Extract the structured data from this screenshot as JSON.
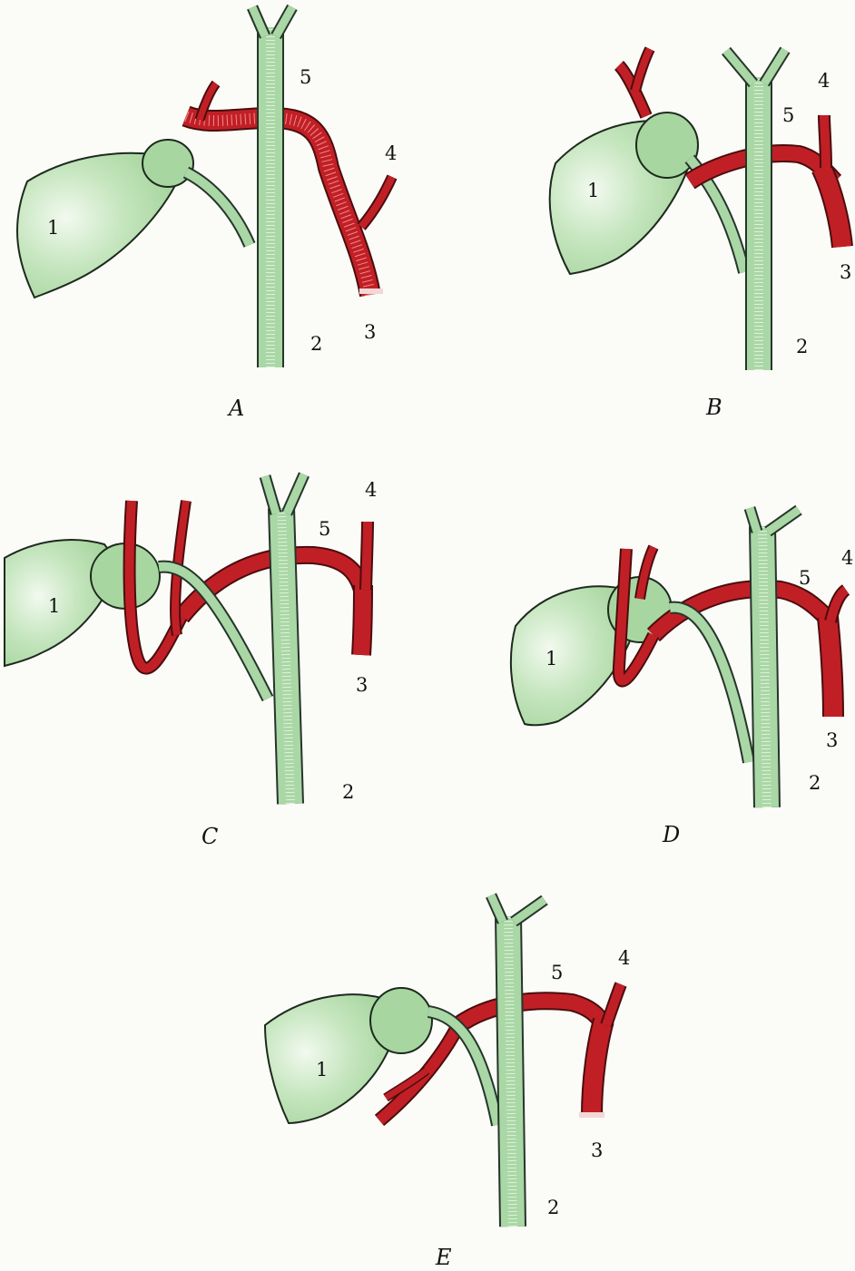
{
  "panels": [
    {
      "id": "A",
      "caption": "A",
      "labels": {
        "liver": "1",
        "common_duct": "2",
        "artery_lower": "3",
        "artery_upper": "4",
        "hepatic_duct": "5"
      }
    },
    {
      "id": "B",
      "caption": "B",
      "labels": {
        "liver": "1",
        "common_duct": "2",
        "artery_lower": "3",
        "artery_upper": "4",
        "hepatic_duct": "5"
      }
    },
    {
      "id": "C",
      "caption": "C",
      "labels": {
        "liver": "1",
        "common_duct": "2",
        "artery_lower": "3",
        "artery_upper": "4",
        "hepatic_duct": "5"
      }
    },
    {
      "id": "D",
      "caption": "D",
      "labels": {
        "liver": "1",
        "common_duct": "2",
        "artery_lower": "3",
        "artery_upper": "4",
        "hepatic_duct": "5"
      }
    },
    {
      "id": "E",
      "caption": "E",
      "labels": {
        "liver": "1",
        "common_duct": "2",
        "artery_lower": "3",
        "artery_upper": "4",
        "hepatic_duct": "5"
      }
    }
  ],
  "colors": {
    "duct_green": "#a9d7a5",
    "artery_red": "#c11f26",
    "outline": "#1d2a1d",
    "background": "#fbfbf8"
  }
}
